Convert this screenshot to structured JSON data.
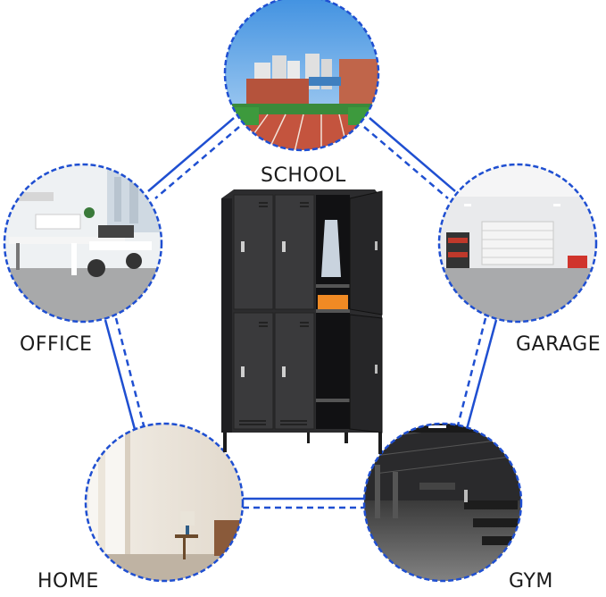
{
  "scenes": [
    {
      "id": "school",
      "label": "SCHOOL"
    },
    {
      "id": "office",
      "label": "OFFICE"
    },
    {
      "id": "garage",
      "label": "GARAGE"
    },
    {
      "id": "home",
      "label": "HOME"
    },
    {
      "id": "gym",
      "label": "GYM"
    }
  ],
  "colors": {
    "connector": "#1f4fd1",
    "circle_border": "#1f4fd1",
    "locker_body": "#2c2c2e"
  }
}
